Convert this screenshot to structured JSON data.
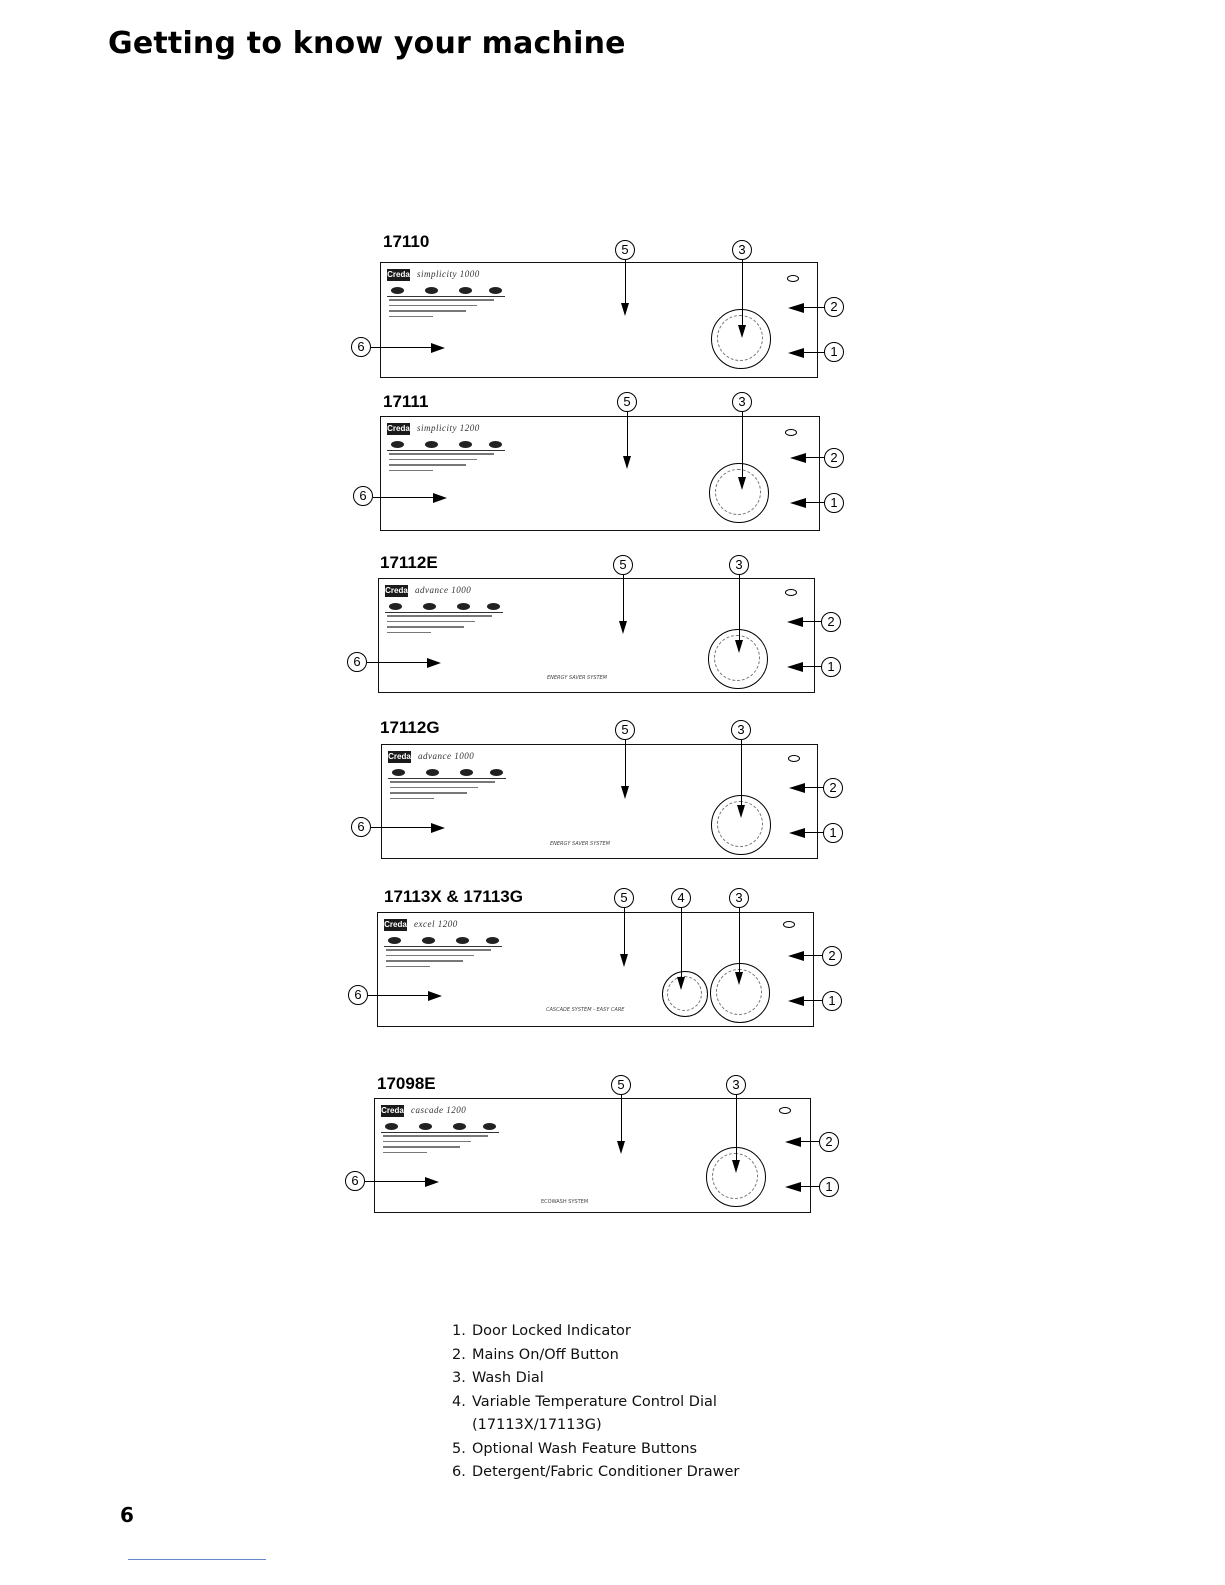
{
  "page": {
    "title": "Getting to know your machine",
    "page_number": "6"
  },
  "brand": "Creda",
  "callouts": {
    "c1": "1",
    "c2": "2",
    "c3": "3",
    "c4": "4",
    "c5": "5",
    "c6": "6"
  },
  "panels": [
    {
      "model": "17110",
      "series": "simplicity 1000",
      "footer": ""
    },
    {
      "model": "17111",
      "series": "simplicity 1200",
      "footer": ""
    },
    {
      "model": "17112E",
      "series": "advance 1000",
      "footer": "ENERGY SAVER SYSTEM"
    },
    {
      "model": "17112G",
      "series": "advance 1000",
      "footer": "ENERGY SAVER SYSTEM"
    },
    {
      "model": "17113X & 17113G",
      "series": "excel 1200",
      "footer": "CASCADE SYSTEM - EASY CARE"
    },
    {
      "model": "17098E",
      "series": "cascade 1200",
      "footer": "ECOWASH SYSTEM"
    }
  ],
  "legend": [
    {
      "num": "1.",
      "text": "Door Locked Indicator"
    },
    {
      "num": "2.",
      "text": "Mains On/Off Button"
    },
    {
      "num": "3.",
      "text": "Wash Dial"
    },
    {
      "num": "4.",
      "text": "Variable Temperature Control Dial",
      "cont": "(17113X/17113G)"
    },
    {
      "num": "5.",
      "text": "Optional Wash Feature Buttons"
    },
    {
      "num": "6.",
      "text": "Detergent/Fabric Conditioner Drawer"
    }
  ]
}
